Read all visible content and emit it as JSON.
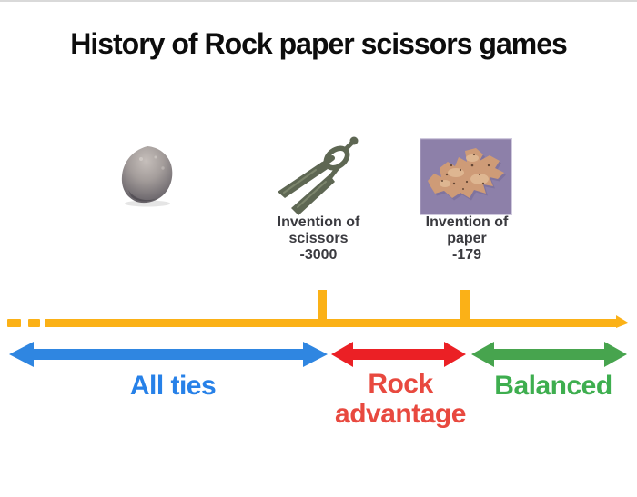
{
  "page": {
    "top_rule_color": "#d9d9d9",
    "background": "#ffffff"
  },
  "title": {
    "text": "History of Rock paper scissors games",
    "color": "#0d0d0d"
  },
  "timeline": {
    "color": "#FBB117",
    "caption_color": "#3A3A3F",
    "events": [
      {
        "id": "scissors",
        "caption": "Invention of\nscissors\n-3000",
        "year": "-3000"
      },
      {
        "id": "paper",
        "caption": "Invention of\npaper\n-179",
        "year": "-179"
      }
    ]
  },
  "images": {
    "rock": {
      "label": "rock-photo"
    },
    "scissors": {
      "label": "ancient-spring-scissors-photo",
      "metal": "#5E6753",
      "patina": "#8C957A"
    },
    "paper": {
      "label": "ancient-paper-fragment-photo",
      "background": "#8D80A9",
      "frame": "#CFC9DD",
      "paper": "#CE9B77"
    }
  },
  "eras": [
    {
      "label": "All ties",
      "arrow_color": "#2F86E1",
      "label_color": "#2781E8"
    },
    {
      "label": "Rock\nadvantage",
      "arrow_color": "#EB2025",
      "label_color": "#E8493F"
    },
    {
      "label": "Balanced",
      "arrow_color": "#47A44E",
      "label_color": "#3EAE4F"
    }
  ]
}
